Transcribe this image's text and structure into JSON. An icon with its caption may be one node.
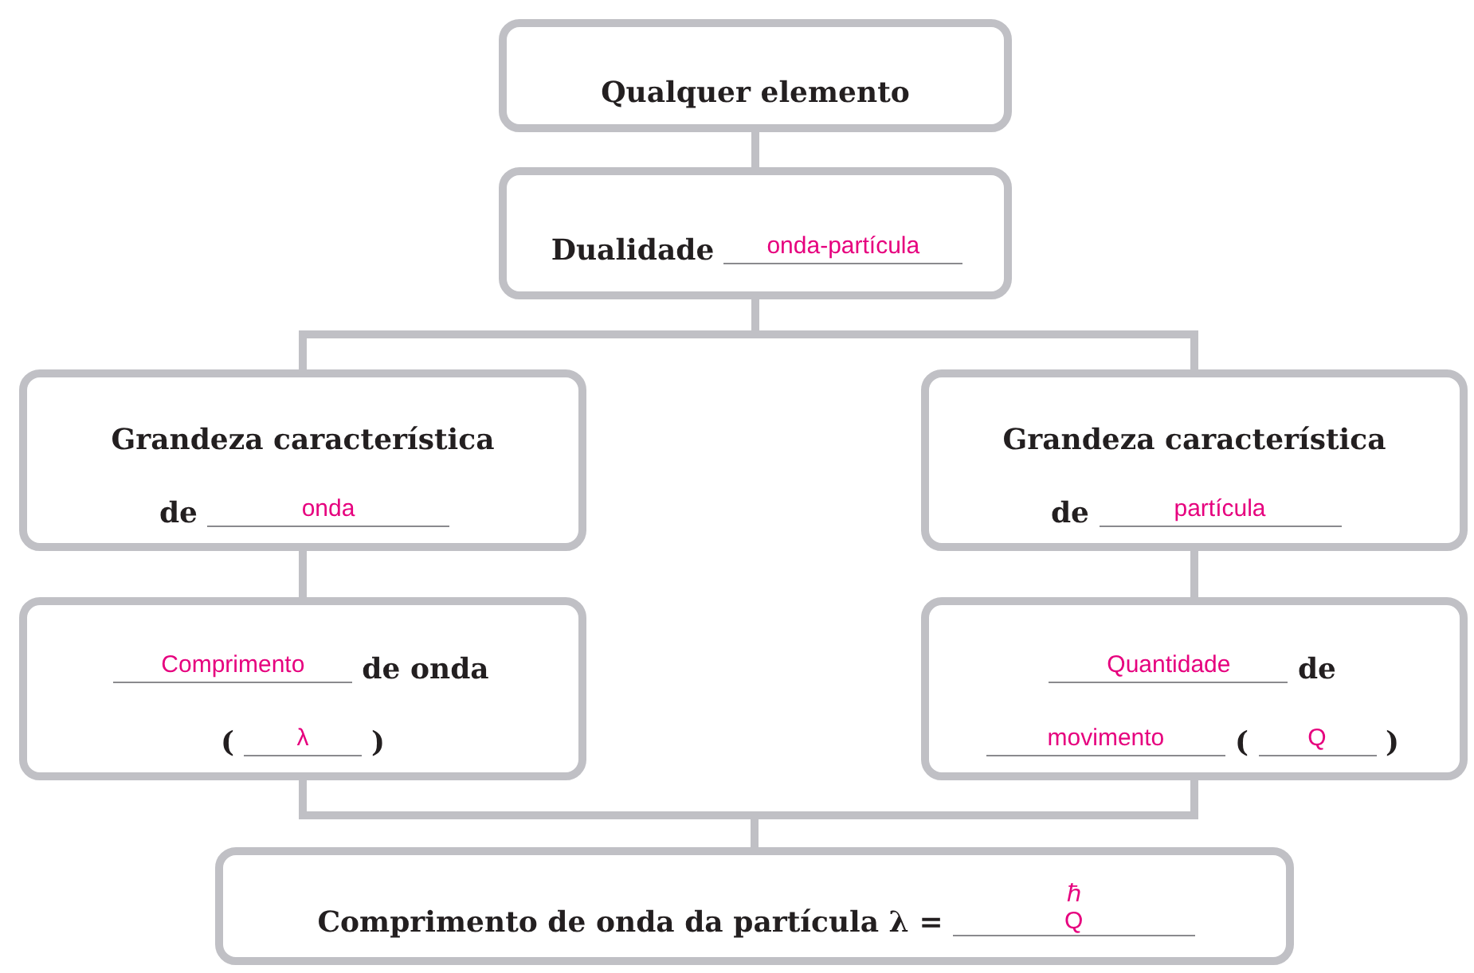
{
  "diagram": {
    "nodes": [
      {
        "text": [
          "Qualquer elemento"
        ]
      },
      {
        "text": [
          "Dualidade",
          "onda-partícula"
        ]
      },
      {
        "text": [
          "Grandeza característica",
          "de",
          "onda"
        ]
      },
      {
        "text": [
          "Comprimento",
          "de onda",
          "(",
          "λ",
          ")"
        ]
      },
      {
        "text": [
          "Grandeza característica",
          "de",
          "partícula"
        ]
      },
      {
        "text": [
          "Quantidade",
          "de",
          "movimento",
          "(",
          "Q",
          ")"
        ]
      },
      {
        "text": [
          "Comprimento de onda da partícula λ =",
          "ℏ",
          "Q"
        ]
      }
    ],
    "edges": [
      {
        "from": 0,
        "to": 1,
        "arrow": "none"
      },
      {
        "from": 1,
        "to": 2,
        "arrow": "none"
      },
      {
        "from": 1,
        "to": 4,
        "arrow": "none"
      },
      {
        "from": 2,
        "to": 3,
        "arrow": "none"
      },
      {
        "from": 4,
        "to": 5,
        "arrow": "none"
      },
      {
        "from": 3,
        "to": 6,
        "arrow": "none"
      },
      {
        "from": 5,
        "to": 6,
        "arrow": "none"
      }
    ]
  }
}
